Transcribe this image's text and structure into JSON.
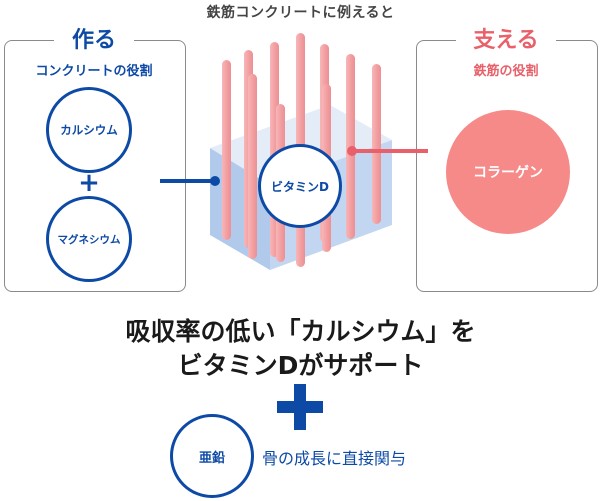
{
  "caption": "鉄筋コンクリートに例えると",
  "left_panel": {
    "title": "作る",
    "subtitle": "コンクリートの役割",
    "items": [
      "カルシウム",
      "マグネシウム"
    ],
    "plus": "+"
  },
  "right_panel": {
    "title": "支える",
    "subtitle": "鉄筋の役割",
    "item": "コラーゲン"
  },
  "center": {
    "label": "ビタミンD"
  },
  "main_text": {
    "line1": "吸収率の低い「カルシウム」を",
    "line2": "ビタミンDがサポート"
  },
  "big_plus": "+",
  "zinc": {
    "label": "亜鉛",
    "description": "骨の成長に直接関与"
  },
  "colors": {
    "blue": "#0d4aa6",
    "pink": "#f68a89",
    "title_pink": "#e8606a",
    "rod": "#f3a4a6",
    "cube": "#a9c4ea"
  }
}
